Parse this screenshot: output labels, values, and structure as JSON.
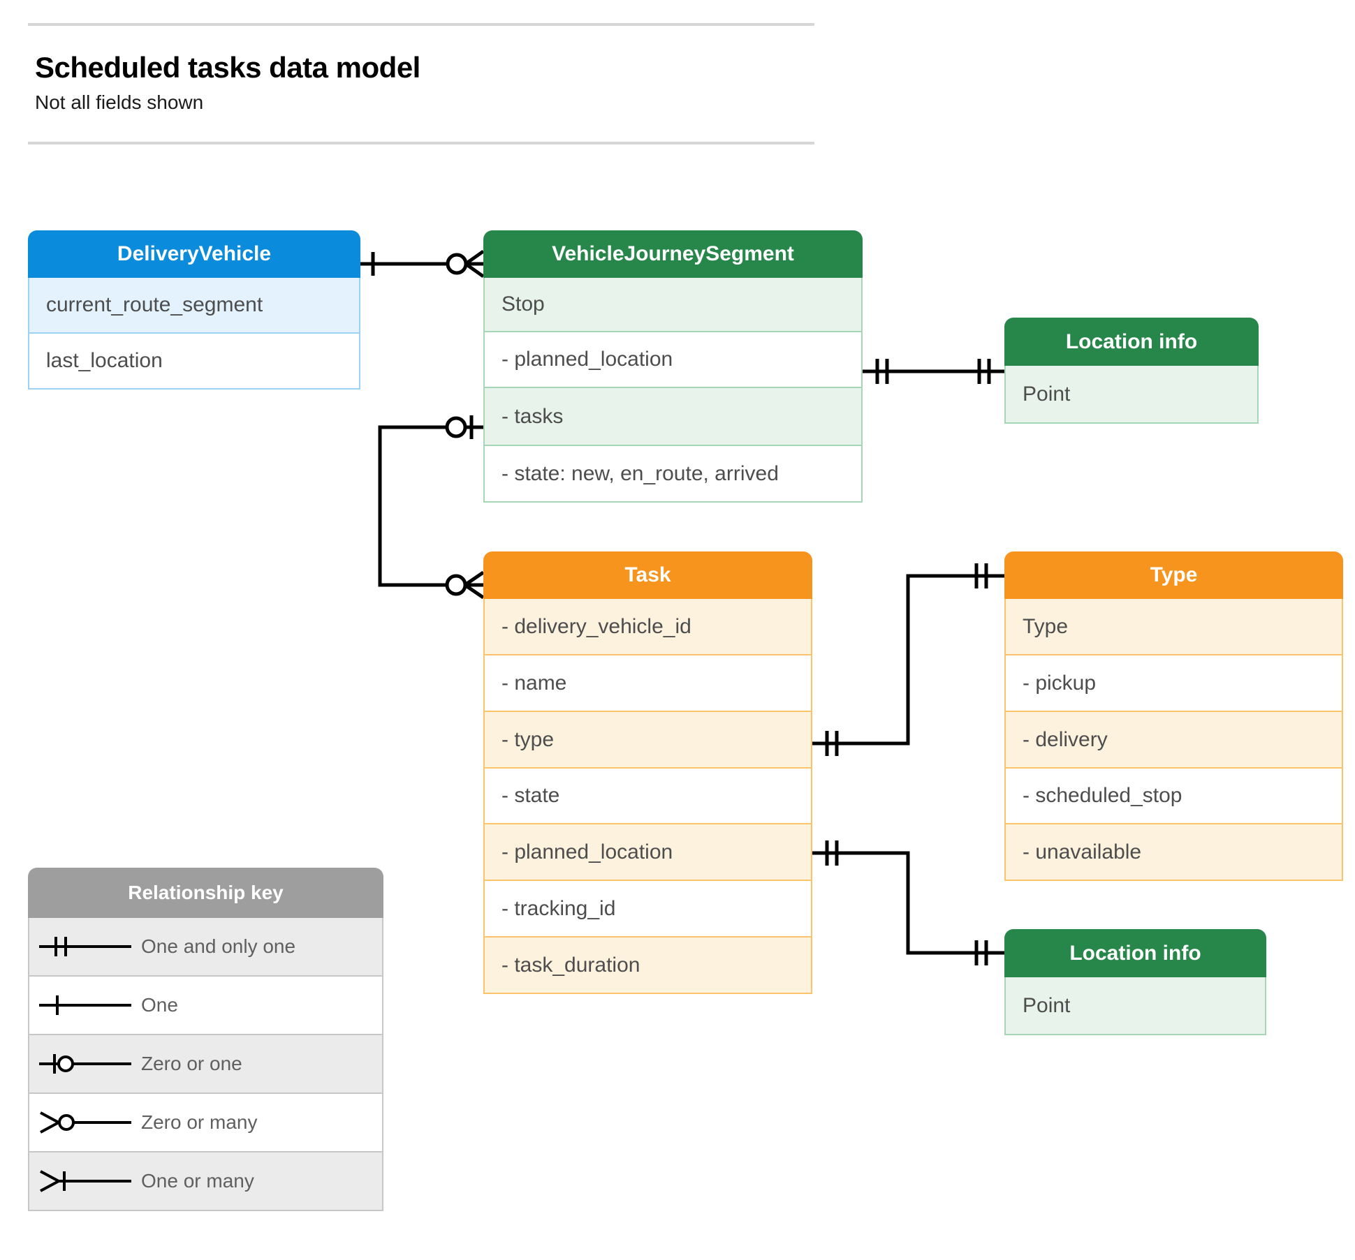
{
  "header": {
    "title": "Scheduled tasks data model",
    "subtitle": "Not all fields shown"
  },
  "entities": {
    "delivery_vehicle": {
      "title": "DeliveryVehicle",
      "color": "#0b8bdc",
      "rows": [
        "current_route_segment",
        "last_location"
      ]
    },
    "vehicle_journey_segment": {
      "title": "VehicleJourneySegment",
      "color": "#27874a",
      "rows": [
        "Stop",
        "-  planned_location",
        "- tasks",
        "- state: new, en_route, arrived"
      ]
    },
    "location_info_top": {
      "title": "Location info",
      "color": "#27874a",
      "rows": [
        "Point"
      ]
    },
    "task": {
      "title": "Task",
      "color": "#f7941e",
      "rows": [
        "- delivery_vehicle_id",
        "- name",
        "- type",
        "- state",
        "- planned_location",
        "- tracking_id",
        "- task_duration"
      ]
    },
    "type": {
      "title": "Type",
      "color": "#f7941e",
      "rows": [
        "Type",
        "-   pickup",
        "-   delivery",
        "-   scheduled_stop",
        "-   unavailable"
      ]
    },
    "location_info_bottom": {
      "title": "Location info",
      "color": "#27874a",
      "rows": [
        "Point"
      ]
    }
  },
  "legend": {
    "title": "Relationship key",
    "items": [
      {
        "symbol": "one-and-only-one",
        "label": "One and only one"
      },
      {
        "symbol": "one",
        "label": "One"
      },
      {
        "symbol": "zero-or-one",
        "label": "Zero or one"
      },
      {
        "symbol": "zero-or-many",
        "label": "Zero or many"
      },
      {
        "symbol": "one-or-many",
        "label": "One or many"
      }
    ]
  },
  "relationships": [
    {
      "from": "DeliveryVehicle",
      "from_cardinality": "One",
      "to": "VehicleJourneySegment",
      "to_cardinality": "Zero or many"
    },
    {
      "from": "VehicleJourneySegment.tasks",
      "from_cardinality": "Zero or one",
      "to": "Task",
      "to_cardinality": "Zero or many"
    },
    {
      "from": "VehicleJourneySegment.planned_location",
      "from_cardinality": "One and only one",
      "to": "Location info",
      "to_cardinality": "One and only one"
    },
    {
      "from": "Task.type",
      "from_cardinality": "One and only one",
      "to": "Type",
      "to_cardinality": "One and only one"
    },
    {
      "from": "Task.planned_location",
      "from_cardinality": "One and only one",
      "to": "Location info",
      "to_cardinality": "One and only one"
    }
  ],
  "colors": {
    "blue": "#0b8bdc",
    "blue_light": "#e3f2fd",
    "green": "#27874a",
    "green_light": "#e8f3ec",
    "orange": "#f7941e",
    "orange_light": "#fdf2dd",
    "grey": "#9e9e9e",
    "grey_light": "#ebebeb",
    "line": "#000000"
  }
}
